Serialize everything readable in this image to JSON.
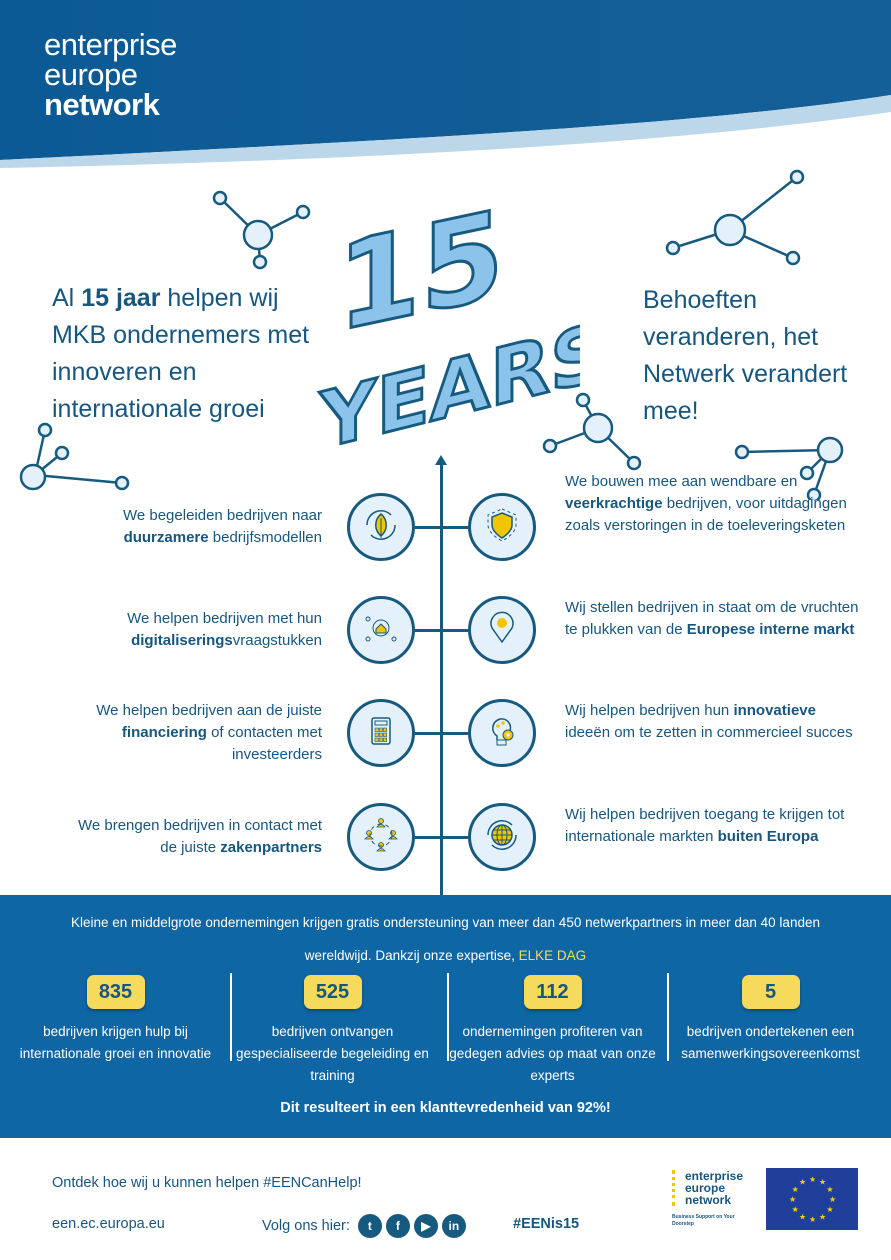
{
  "logo": {
    "line1": "enterprise",
    "line2": "europe",
    "line3": "network"
  },
  "headline_left": {
    "pre": "Al ",
    "bold": "15 jaar",
    "post": " helpen wij MKB ondernemers met innoveren en internationale groei"
  },
  "headline_right": "Behoeften veranderen, het Netwerk verandert mee!",
  "badge": {
    "number": "15",
    "word": "YEARS"
  },
  "items_left": [
    {
      "icon": "sustainability-leaf-icon",
      "pre": "We begeleiden bedrijven naar ",
      "bold": "duurzamere",
      "post": " bedrijfsmodellen"
    },
    {
      "icon": "digital-home-icon",
      "pre": "We helpen bedrijven met hun ",
      "bold": "digitaliserings",
      "post": "vraagstukken"
    },
    {
      "icon": "calculator-icon",
      "pre": "We helpen bedrijven aan de juiste ",
      "bold": "financiering",
      "post": " of contacten met investeerders"
    },
    {
      "icon": "partners-network-icon",
      "pre": "We brengen bedrijven in contact met de juiste ",
      "bold": "zakenpartners",
      "post": ""
    }
  ],
  "items_right": [
    {
      "icon": "shield-icon",
      "pre": "We bouwen mee aan wendbare en ",
      "bold": "veerkrachtige",
      "post": " bedrijven, voor uitdagingen zoals verstoringen in de toeleveringsketen"
    },
    {
      "icon": "location-pin-icon",
      "pre": "Wij stellen bedrijven in staat om de vruchten te plukken van de ",
      "bold": "Europese interne markt",
      "post": ""
    },
    {
      "icon": "lightbulb-gear-icon",
      "pre": "Wij helpen bedrijven hun ",
      "bold": "innovatieve",
      "post": " ideeën om te zetten in commercieel succes"
    },
    {
      "icon": "globe-icon",
      "pre": "Wij helpen bedrijven toegang te krijgen tot internationale markten ",
      "bold": "buiten Europa",
      "post": ""
    }
  ],
  "band": {
    "intro": "Kleine en middelgrote ondernemingen krijgen gratis ondersteuning van meer dan 450 netwerkpartners in meer dan 40 landen wereldwijd. Dankzij onze expertise, ",
    "highlight": "ELKE DAG",
    "stats": [
      {
        "value": "835",
        "label": "bedrijven krijgen hulp bij internationale groei en innovatie"
      },
      {
        "value": "525",
        "label": "bedrijven ontvangen gespecialiseerde begeleiding en training"
      },
      {
        "value": "112",
        "label": "ondernemingen profiteren van gedegen advies op maat van onze experts"
      },
      {
        "value": "5",
        "label": "bedrijven ondertekenen een samenwerkingsovereenkomst"
      }
    ],
    "conclusion": "Dit resulteert in een klanttevredenheid van 92%!"
  },
  "footer": {
    "cta": "Ontdek hoe wij u kunnen helpen #EENCanHelp!",
    "url": "een.ec.europa.eu",
    "follow": "Volg ons hier:",
    "social": [
      {
        "name": "twitter",
        "glyph": "t"
      },
      {
        "name": "facebook",
        "glyph": "f"
      },
      {
        "name": "youtube",
        "glyph": "▶"
      },
      {
        "name": "linkedin",
        "glyph": "in"
      }
    ],
    "hashtag": "#EENis15",
    "small_logo": {
      "line1": "enterprise",
      "line2": "europe",
      "line3": "network",
      "tagline": "Business Support on Your Doorstep"
    }
  },
  "colors": {
    "primary": "#17567f",
    "band": "#0f66a4",
    "yellow": "#f6da5c",
    "light": "#e4f1fa"
  }
}
